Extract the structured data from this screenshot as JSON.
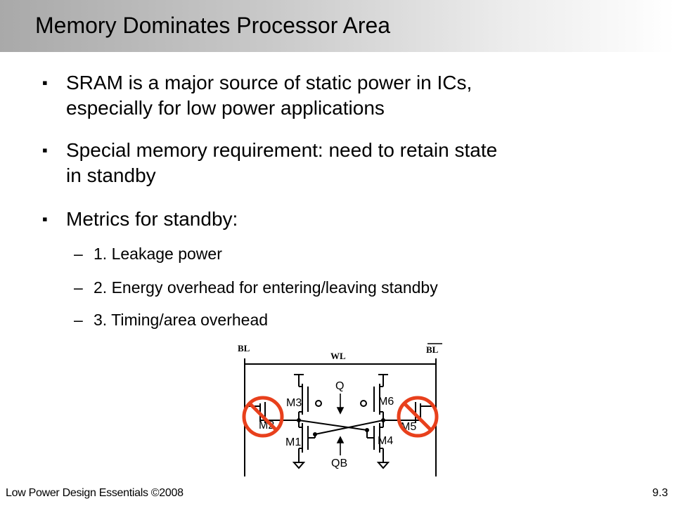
{
  "slide": {
    "title": "Memory Dominates Processor Area",
    "bullets": [
      {
        "marker": "▪",
        "line1": "SRAM is a major source of static power in ICs,",
        "line2": "especially for low power applications"
      },
      {
        "marker": "▪",
        "line1": "Special memory requirement: need to retain state",
        "line2": "in standby"
      },
      {
        "marker": "▪",
        "line1": "Metrics for standby:"
      }
    ],
    "subitems": [
      {
        "dash": "–",
        "text": "1. Leakage power"
      },
      {
        "dash": "–",
        "text": "2. Energy overhead for entering/leaving standby"
      },
      {
        "dash": "–",
        "text": "3. Timing/area overhead"
      }
    ]
  },
  "circuit": {
    "labels": {
      "bl": "BL",
      "wl": "WL",
      "blb": "BL",
      "q": "Q",
      "qb": "QB",
      "m1": "M1",
      "m2": "M2",
      "m3": "M3",
      "m4": "M4",
      "m5": "M5",
      "m6": "M6"
    },
    "colors": {
      "cross": "#e8401c",
      "wire": "#000000"
    }
  },
  "footer": {
    "left": "Low Power Design Essentials ©2008",
    "right": "9.3"
  }
}
